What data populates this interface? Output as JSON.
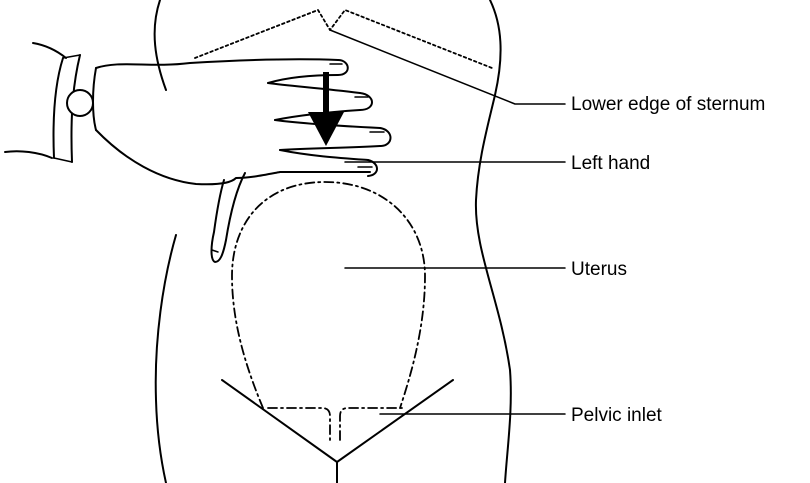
{
  "labels": {
    "sternum": "Lower edge of sternum",
    "left_hand": "Left hand",
    "uterus": "Uterus",
    "pelvic_inlet": "Pelvic inlet"
  },
  "colors": {
    "ink": "#000000",
    "background": "#ffffff"
  }
}
